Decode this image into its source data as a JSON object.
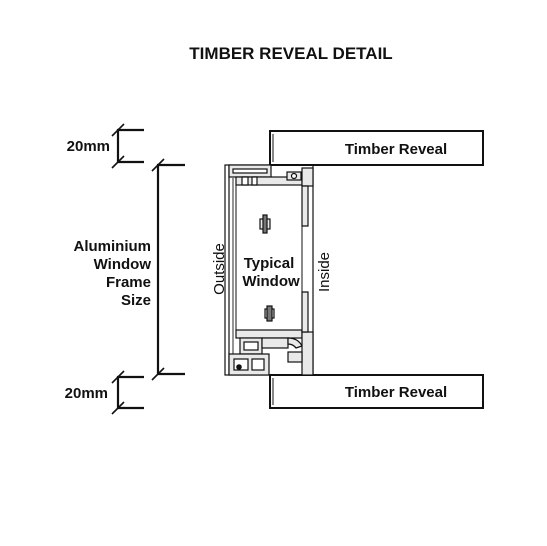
{
  "title": "TIMBER REVEAL DETAIL",
  "dimensions": {
    "top_offset": "20mm",
    "bottom_offset": "20mm",
    "frame_size_lines": [
      "Aluminium",
      "Window",
      "Frame",
      "Size"
    ]
  },
  "labels": {
    "outside": "Outside",
    "inside": "Inside",
    "window_lines": [
      "Typical",
      "Window"
    ],
    "timber_reveal_top": "Timber Reveal",
    "timber_reveal_bottom": "Timber Reveal"
  },
  "colors": {
    "line": "#111111",
    "profile_fill": "#e9e9e9",
    "glass": "#ffffff"
  }
}
